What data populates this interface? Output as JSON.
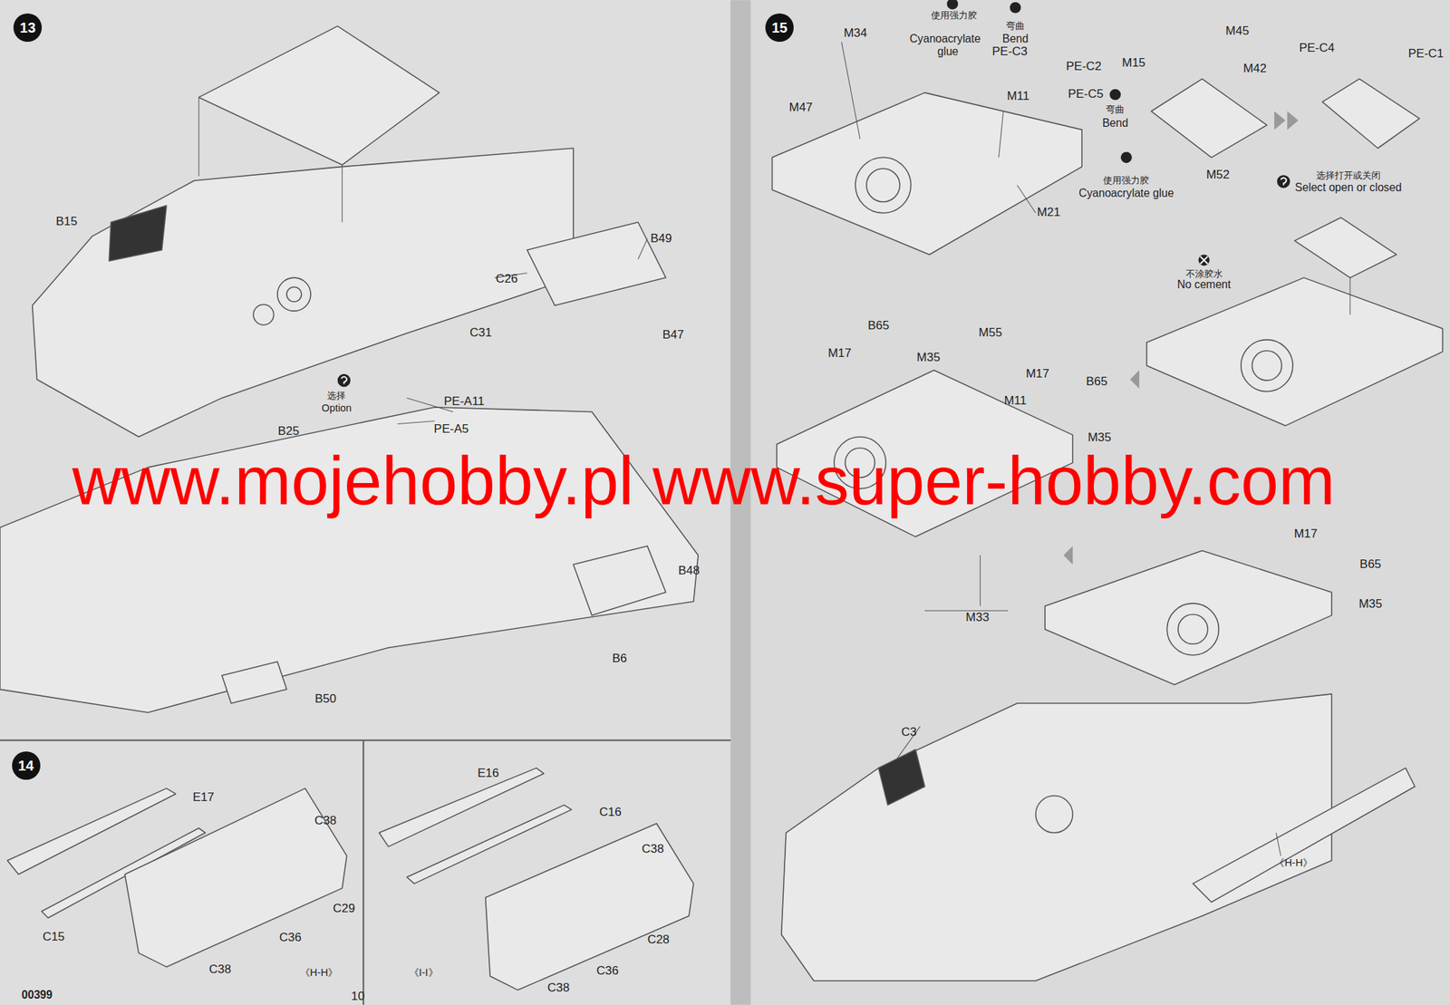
{
  "diagram": {
    "nodes": [
      {
        "text": [
          "13"
        ]
      },
      {
        "text": [
          "14"
        ]
      },
      {
        "text": [
          "15"
        ]
      }
    ],
    "labels": [
      "B15",
      "B49",
      "C26",
      "C31",
      "B47",
      "选择",
      "Option",
      "PE-A11",
      "PE-A5",
      "B25",
      "B48",
      "B6",
      "B50",
      "E17",
      "C38",
      "C29",
      "C15",
      "C36",
      "C38",
      "《H-H》",
      "E16",
      "C16",
      "C38",
      "C28",
      "C36",
      "C38",
      "《I-I》",
      "00399",
      "10",
      "M34",
      "使用强力胶",
      "Cyanoacrylate",
      "glue",
      "弯曲",
      "Bend",
      "PE-C3",
      "PE-C2",
      "M11",
      "PE-C5",
      "弯曲",
      "Bend",
      "M47",
      "使用强力胶",
      "Cyanoacrylate glue",
      "M21",
      "M45",
      "M15",
      "M42",
      "M52",
      "PE-C4",
      "PE-C1",
      "选择打开或关闭",
      "Select open or closed",
      "不涂胶水",
      "No cement",
      "B65",
      "M17",
      "M35",
      "M55",
      "M17",
      "B65",
      "M11",
      "M35",
      "M33",
      "M17",
      "B65",
      "M35",
      "C3",
      "《H-H》",
      "www.mojehobby.pl www.super-hobby.com"
    ]
  }
}
